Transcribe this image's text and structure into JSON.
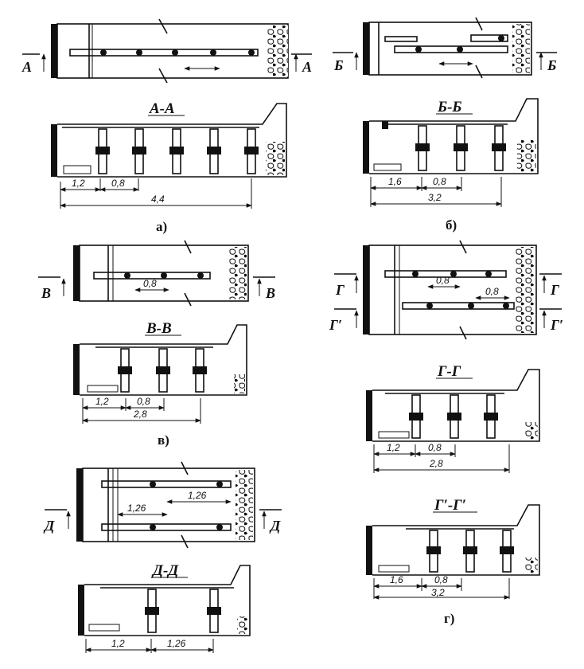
{
  "panels": {
    "a": {
      "plan_mark": "А",
      "section_title": "А-А",
      "dims_top": [
        "1,2",
        "0,8"
      ],
      "dim_total": "4,4",
      "caption": "а)"
    },
    "b": {
      "plan_mark": "Б",
      "section_title": "Б-Б",
      "dims_top": [
        "1,6",
        "0,8"
      ],
      "dim_total": "3,2",
      "caption": "б)"
    },
    "v": {
      "plan_mark": "В",
      "plan_dim": "0,8",
      "section_title": "В-В",
      "dims_top": [
        "1,2",
        "0,8"
      ],
      "dim_total": "2,8",
      "caption": "в)"
    },
    "g": {
      "plan_mark": "Г",
      "plan_mark_2": "Г′",
      "plan_dim_1": "0,8",
      "plan_dim_2": "0,8",
      "section_title": "Г-Г",
      "dims_top": [
        "1,2",
        "0,8"
      ],
      "dim_total": "2,8",
      "section2_title": "Г′-Г′",
      "dims2_top": [
        "1,6",
        "0,8"
      ],
      "dim2_total": "3,2",
      "caption": "г)"
    },
    "d": {
      "plan_mark": "Д",
      "plan_dim_1": "1,26",
      "plan_dim_2": "1,26",
      "section_title": "Д-Д",
      "dims_top": [
        "1,2",
        "1,26"
      ]
    }
  }
}
